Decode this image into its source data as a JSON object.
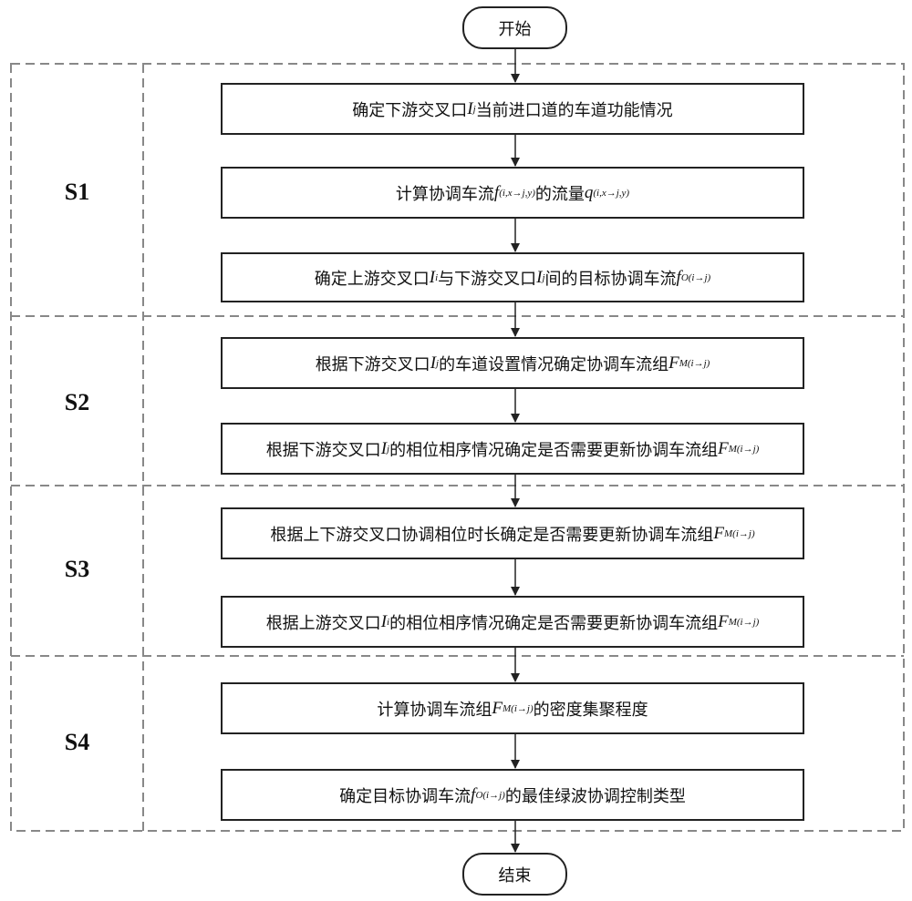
{
  "terminals": {
    "start": "开始",
    "end": "结束"
  },
  "stages": [
    {
      "label": "S1"
    },
    {
      "label": "S2"
    },
    {
      "label": "S3"
    },
    {
      "label": "S4"
    }
  ],
  "steps": [
    {
      "pre": "确定下游交叉口",
      "v1": "I",
      "s1": "j",
      "mid": "当前进口道的车道功能情况",
      "v2": "",
      "s2": "",
      "post": ""
    },
    {
      "pre": "计算协调车流",
      "v1": "f",
      "s1": "(i,x→j,y)",
      "mid": "的流量",
      "v2": "q",
      "s2": "(i,x→j,y)",
      "post": ""
    },
    {
      "pre": "确定上游交叉口",
      "v1": "I",
      "s1": "i",
      "mid": "与下游交叉口",
      "v2": "I",
      "s2": "j",
      "post": "间的目标协调车流",
      "v3": "f",
      "s3": "O(i→j)"
    },
    {
      "pre": "根据下游交叉口",
      "v1": "I",
      "s1": "j",
      "mid": "的车道设置情况确定协调车流组",
      "v2": "F",
      "s2": "M(i→j)",
      "post": ""
    },
    {
      "pre": "根据下游交叉口",
      "v1": "I",
      "s1": "j",
      "mid": "的相位相序情况确定是否需要更新协调车流组",
      "v2": "F",
      "s2": "M(i→j)",
      "post": ""
    },
    {
      "pre": "根据上下游交叉口协调相位时长确定是否需要更新协调车流组",
      "v1": "F",
      "s1": "M(i→j)",
      "mid": "",
      "v2": "",
      "s2": "",
      "post": ""
    },
    {
      "pre": "根据上游交叉口",
      "v1": "I",
      "s1": "i",
      "mid": "的相位相序情况确定是否需要更新协调车流组",
      "v2": "F",
      "s2": "M(i→j)",
      "post": ""
    },
    {
      "pre": "计算协调车流组",
      "v1": "F",
      "s1": "M(i→j)",
      "mid": "的密度集聚程度",
      "v2": "",
      "s2": "",
      "post": ""
    },
    {
      "pre": "确定目标协调车流",
      "v1": "f",
      "s1": "O(i→j)",
      "mid": "的最佳绿波协调控制类型",
      "v2": "",
      "s2": "",
      "post": ""
    }
  ]
}
